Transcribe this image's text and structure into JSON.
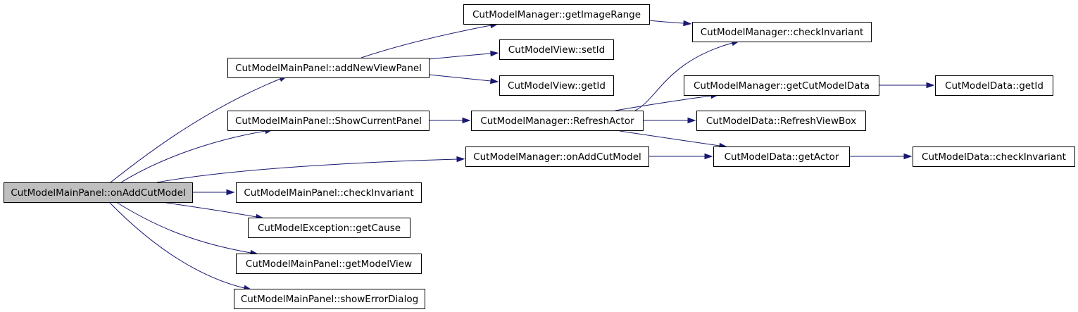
{
  "colors": {
    "root_fill": "#bfbfbf",
    "node_fill": "#ffffff",
    "node_border": "#000000",
    "edge": "#191970"
  },
  "nodes": [
    {
      "id": "n0",
      "label": "CutModelMainPanel::onAddCutModel",
      "root": true
    },
    {
      "id": "n1",
      "label": "CutModelMainPanel::addNewViewPanel"
    },
    {
      "id": "n2",
      "label": "CutModelManager::getImageRange"
    },
    {
      "id": "n3",
      "label": "CutModelManager::checkInvariant"
    },
    {
      "id": "n4",
      "label": "CutModelView::setId"
    },
    {
      "id": "n5",
      "label": "CutModelView::getId"
    },
    {
      "id": "n6",
      "label": "CutModelMainPanel::ShowCurrentPanel"
    },
    {
      "id": "n7",
      "label": "CutModelManager::RefreshActor"
    },
    {
      "id": "n8",
      "label": "CutModelManager::getCutModelData"
    },
    {
      "id": "n9",
      "label": "CutModelData::getId"
    },
    {
      "id": "n10",
      "label": "CutModelData::RefreshViewBox"
    },
    {
      "id": "n11",
      "label": "CutModelManager::onAddCutModel"
    },
    {
      "id": "n12",
      "label": "CutModelData::getActor"
    },
    {
      "id": "n13",
      "label": "CutModelData::checkInvariant"
    },
    {
      "id": "n14",
      "label": "CutModelMainPanel::checkInvariant"
    },
    {
      "id": "n15",
      "label": "CutModelException::getCause"
    },
    {
      "id": "n16",
      "label": "CutModelMainPanel::getModelView"
    },
    {
      "id": "n17",
      "label": "CutModelMainPanel::showErrorDialog"
    }
  ],
  "edges": [
    {
      "from": "n0",
      "to": "n1"
    },
    {
      "from": "n0",
      "to": "n6"
    },
    {
      "from": "n0",
      "to": "n11"
    },
    {
      "from": "n0",
      "to": "n14"
    },
    {
      "from": "n0",
      "to": "n15"
    },
    {
      "from": "n0",
      "to": "n16"
    },
    {
      "from": "n0",
      "to": "n17"
    },
    {
      "from": "n1",
      "to": "n2"
    },
    {
      "from": "n1",
      "to": "n4"
    },
    {
      "from": "n1",
      "to": "n5"
    },
    {
      "from": "n2",
      "to": "n3"
    },
    {
      "from": "n6",
      "to": "n7"
    },
    {
      "from": "n7",
      "to": "n3"
    },
    {
      "from": "n7",
      "to": "n8"
    },
    {
      "from": "n7",
      "to": "n10"
    },
    {
      "from": "n7",
      "to": "n12"
    },
    {
      "from": "n8",
      "to": "n9"
    },
    {
      "from": "n11",
      "to": "n12"
    },
    {
      "from": "n12",
      "to": "n13"
    }
  ]
}
